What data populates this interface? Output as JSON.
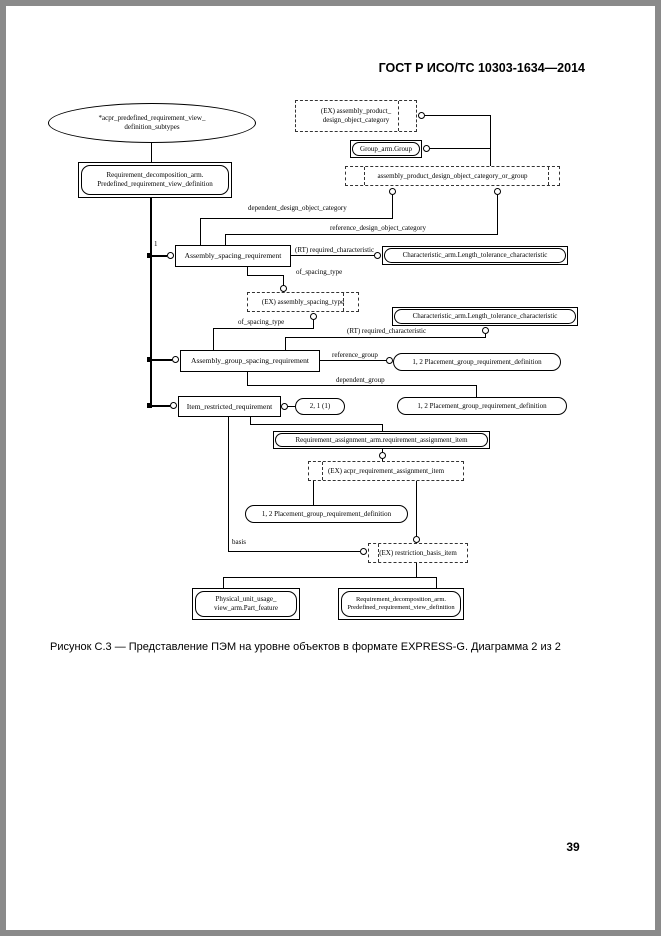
{
  "header": {
    "title": "ГОСТ Р ИСО/ТС 10303-1634—2014"
  },
  "caption": "Рисунок С.3 — Представление ПЭМ на уровне объектов в формате EXPRESS-G. Диаграмма 2 из 2",
  "page_number": "39",
  "diagram": {
    "nodes": {
      "subtypes_ellipse": {
        "line1": "*acpr_predefined_requirement_view_",
        "line2": "definition_subtypes"
      },
      "req_decomp_top": {
        "line1": "Requirement_decomposition_arm.",
        "line2": "Predefined_requirement_view_definition"
      },
      "assembly_product_doc": {
        "line1": "(EX) assembly_product_",
        "line2": "design_object_category"
      },
      "group_arm_group": {
        "text": "Group_arm.Group"
      },
      "or_group": {
        "text": "assembly_product_design_object_category_or_group"
      },
      "assembly_spacing_req": {
        "text": "Assembly_spacing_requirement"
      },
      "characteristic_1": {
        "text": "Characteristic_arm.Length_tolerance_characteristic"
      },
      "assembly_spacing_type": {
        "text": "(EX) assembly_spacing_type"
      },
      "characteristic_2": {
        "text": "Characteristic_arm.Length_tolerance_characteristic"
      },
      "assembly_group_spacing_req": {
        "text": "Assembly_group_spacing_requirement"
      },
      "placement_1": {
        "text": "1, 2 Placement_group_requirement_definition"
      },
      "placement_2": {
        "text": "1, 2 Placement_group_requirement_definition"
      },
      "item_restricted_req": {
        "text": "Item_restricted_requirement"
      },
      "pageref_oval": {
        "text": "2, 1 (1)"
      },
      "req_assignment_item": {
        "text": "Requirement_assignment_arm.requirement_assignment_item"
      },
      "acpr_req_assignment_item": {
        "text": "(EX) acpr_requirement_assignment_item"
      },
      "placement_3": {
        "text": "1, 2 Placement_group_requirement_definition"
      },
      "restriction_basis_item": {
        "text": "(EX) restriction_basis_item"
      },
      "physical_unit": {
        "line1": "Physical_unit_usage_",
        "line2": "view_arm.Part_feature"
      },
      "req_decomp_bottom": {
        "line1": "Requirement_decomposition_arm.",
        "line2": "Predefined_requirement_view_definition"
      }
    },
    "edge_labels": {
      "dependent_doc": "dependent_design_object_category",
      "reference_doc": "reference_design_object_category",
      "cardinality_1": "1",
      "rt_required_characteristic_1": "(RT) required_characteristic",
      "of_spacing_type_1": "of_spacing_type",
      "of_spacing_type_2": "of_spacing_type",
      "rt_required_characteristic_2": "(RT) required_characteristic",
      "reference_group": "reference_group",
      "dependent_group": "dependent_group",
      "basis": "basis"
    }
  }
}
